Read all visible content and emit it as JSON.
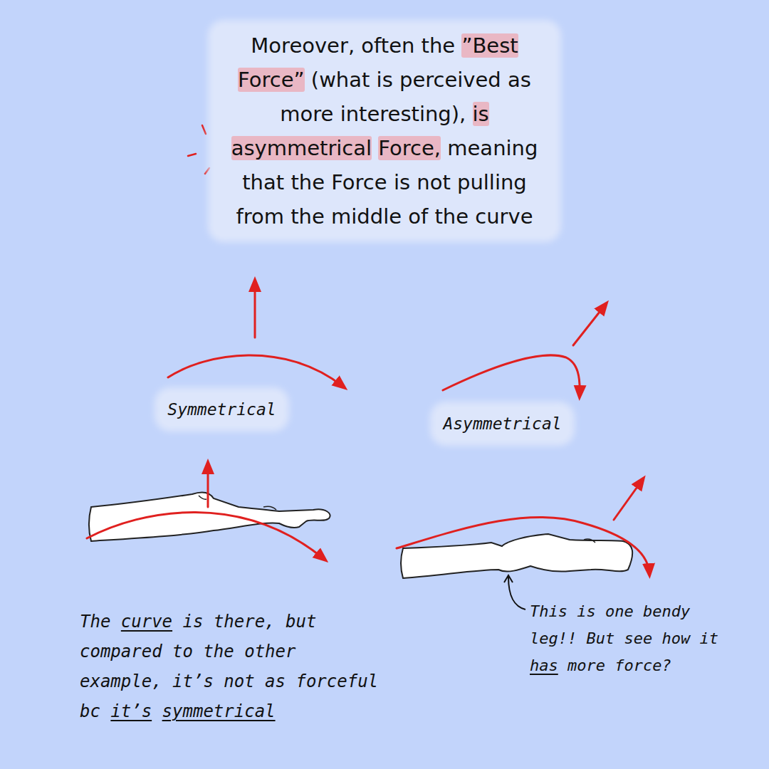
{
  "diagram": {
    "nodes": [
      {
        "text": [
          "Moreover, often the ”Best Force” (what is perceived as more interesting), is asymmetrical Force, meaning that the Force is not pulling from the middle of the curve"
        ]
      },
      {
        "text": [
          "Symmetrical"
        ]
      },
      {
        "text": [
          "Asymmetrical"
        ]
      }
    ],
    "labels": [
      "The curve is there, but compared to the other example, it’s not as forceful bc it’s symmetrical",
      "This is one bendy leg!! But see how it has more force?"
    ]
  }
}
